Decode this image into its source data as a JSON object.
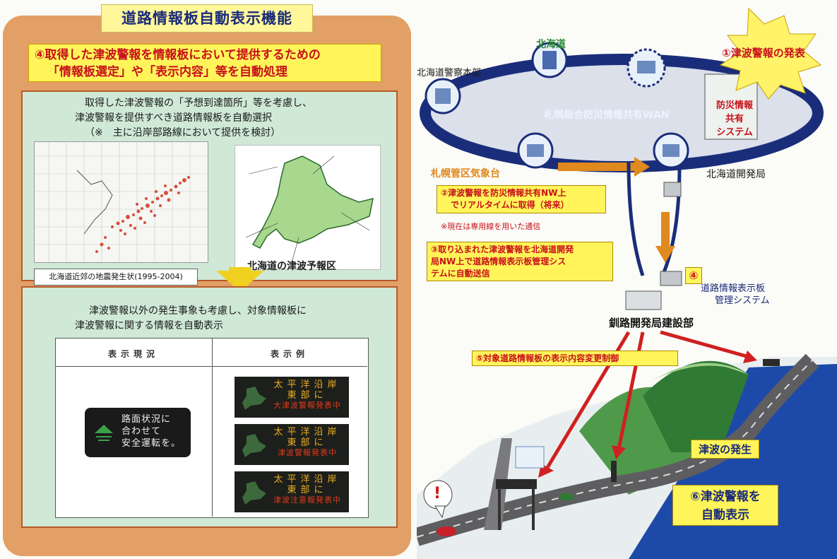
{
  "left": {
    "title": "道路情報板自動表示機能",
    "step4_line1": "④取得した津波警報を情報板において提供するための",
    "step4_line2": "「情報板選定」や「表示内容」等を自動処理",
    "upper_desc_line1": "取得した津波警報の「予想到達箇所」等を考慮し、",
    "upper_desc_line2": "津波警報を提供すべき道路情報板を自動選択",
    "upper_desc_line3": "（※　主に沿岸部路線において提供を検討）",
    "quake_caption": "北海道近郊の地震発生状(1995-2004)",
    "tsunami_caption": "北海道の津波予報区",
    "lower_desc_line1": "津波警報以外の発生事象も考慮し、対象情報板に",
    "lower_desc_line2": "津波警報に関する情報を自動表示",
    "table_header_current": "表示現況",
    "table_header_example": "表示例",
    "current_sign_line1": "路面状況に",
    "current_sign_line2": "合わせて",
    "current_sign_line3": "安全運転を。",
    "examples": [
      {
        "line1": "太平洋沿岸",
        "line2": "東部に",
        "line3": "大津波警報発表中"
      },
      {
        "line1": "太平洋沿岸",
        "line2": "東部に",
        "line3": "津波警報発表中"
      },
      {
        "line1": "太平洋沿岸",
        "line2": "東部に",
        "line3": "津波注意報発表中"
      }
    ]
  },
  "right": {
    "step1": "①津波警報の発表",
    "hokkaido": "北海道",
    "police": "北海道警察本部",
    "wan": "札幌総合防災情報共有WAN",
    "bousai_line1": "防災情報",
    "bousai_line2": "共有",
    "bousai_line3": "システム",
    "jma": "札幌管区気象台",
    "dev_bureau": "北海道開発局",
    "step2_line1": "②津波警報を防災情報共有NW上",
    "step2_line2": "でリアルタイムに取得（将来）",
    "note": "※現在は専用線を用いた通信",
    "step3_line1": "③取り込まれた津波警報を北海道開発",
    "step3_line2": "局NW上で道路情報表示板管理シス",
    "step3_line3": "テムに自動送信",
    "step4_num": "④",
    "mgmt_line1": "道路情報表示板",
    "mgmt_line2": "管理システム",
    "kushiro": "釧路開発局建設部",
    "step5": "⑤対象道路情報板の表示内容変更制御",
    "tsunami_occur": "津波の発生",
    "step6_line1": "⑥津波警報を",
    "step6_line2": "自動表示",
    "exclaim": "!"
  },
  "colors": {
    "panel_orange": "#e2a066",
    "banner_yellow": "#fff79a",
    "alert_red": "#c8101a",
    "wan_navy": "#1a2d7a",
    "sea_blue": "#1d4aa8"
  }
}
